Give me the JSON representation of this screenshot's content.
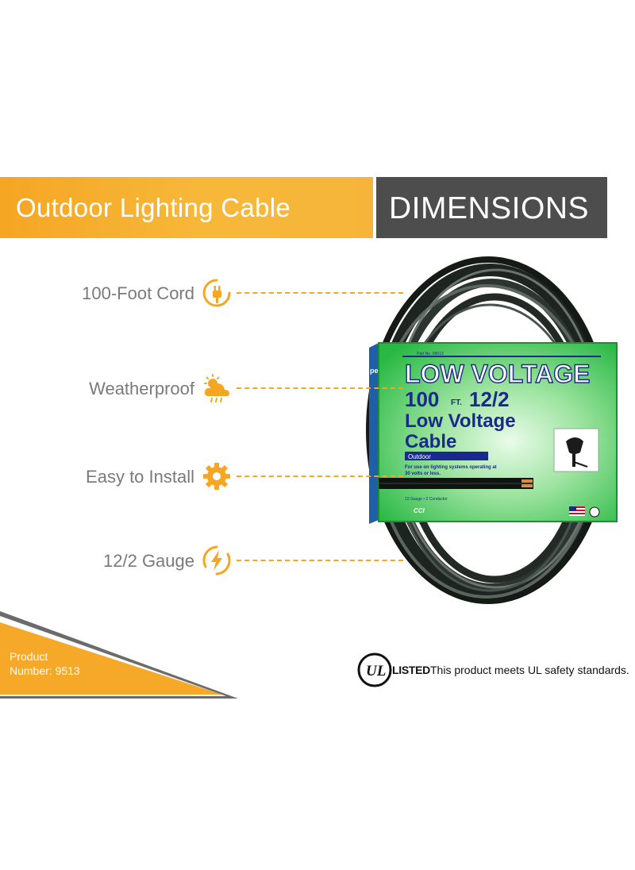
{
  "banner": {
    "left_title": "Outdoor Lighting Cable",
    "right_title": "DIMENSIONS"
  },
  "features": [
    {
      "label": "100-Foot Cord",
      "icon": "plug-icon"
    },
    {
      "label": "Weatherproof",
      "icon": "sun-cloud-icon"
    },
    {
      "label": "Easy to Install",
      "icon": "gear-icon"
    },
    {
      "label": "12/2 Gauge",
      "icon": "lightning-icon"
    }
  ],
  "product": {
    "number_line1": "Product",
    "number_line2": "Number: 9513"
  },
  "package": {
    "part_no": "Part No. 09513",
    "headline": "LOW VOLTAGE",
    "length": "100",
    "length_unit": "FT.",
    "gauge": "12/2",
    "name_line1": "Low Voltage",
    "name_line2": "Cable",
    "tag": "Outdoor",
    "usage_line1": "For use on lighting systems operating at",
    "usage_line2": "30 volts or less.",
    "spec": "12 Gauge • 2 Conductor",
    "brand": "CCI",
    "side_text": "pe"
  },
  "ul": {
    "logo": "UL",
    "listed": "LISTED",
    "statement": "This product meets UL safety standards."
  },
  "colors": {
    "accent_orange": "#f5a623",
    "banner_gray": "#4d4d4d",
    "label_gray": "#7a7a7a",
    "box_green": "#2fbf4a",
    "box_blue": "#1a2a8c"
  }
}
